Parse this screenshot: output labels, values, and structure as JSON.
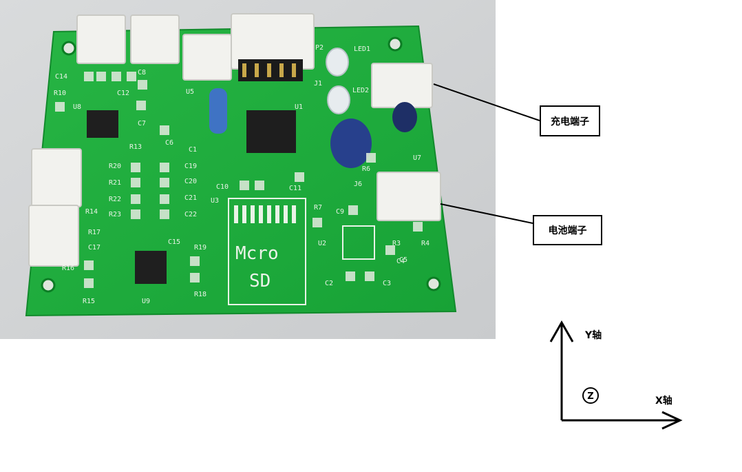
{
  "figure": {
    "photo_description_labels": {
      "silkscreen": [
        "C14",
        "C8",
        "C12",
        "R10",
        "U8",
        "C7",
        "C6",
        "U5",
        "R13",
        "C1",
        "U1",
        "LED1",
        "LED2",
        "J1",
        "P2",
        "R20",
        "R21",
        "R22",
        "R23",
        "C19",
        "C20",
        "C21",
        "C22",
        "C10",
        "C11",
        "U3",
        "J6",
        "R6",
        "R7",
        "C9",
        "U7",
        "U2",
        "C5",
        "R3",
        "R4",
        "C4",
        "C2",
        "C3",
        "R17",
        "C17",
        "C15",
        "R19",
        "R18",
        "R15",
        "U9",
        "R16",
        "R14"
      ],
      "sd_slot_line1": "Mcro",
      "sd_slot_line2": "SD"
    },
    "callouts": {
      "charge_terminal": "充电端子",
      "battery_terminal": "电池端子"
    },
    "axes": {
      "y_label": "Y轴",
      "x_label": "X轴",
      "z_label": "Z"
    }
  },
  "colors": {
    "pcb_green": "#1faa3c",
    "background": "#ffffff",
    "line": "#000000"
  }
}
